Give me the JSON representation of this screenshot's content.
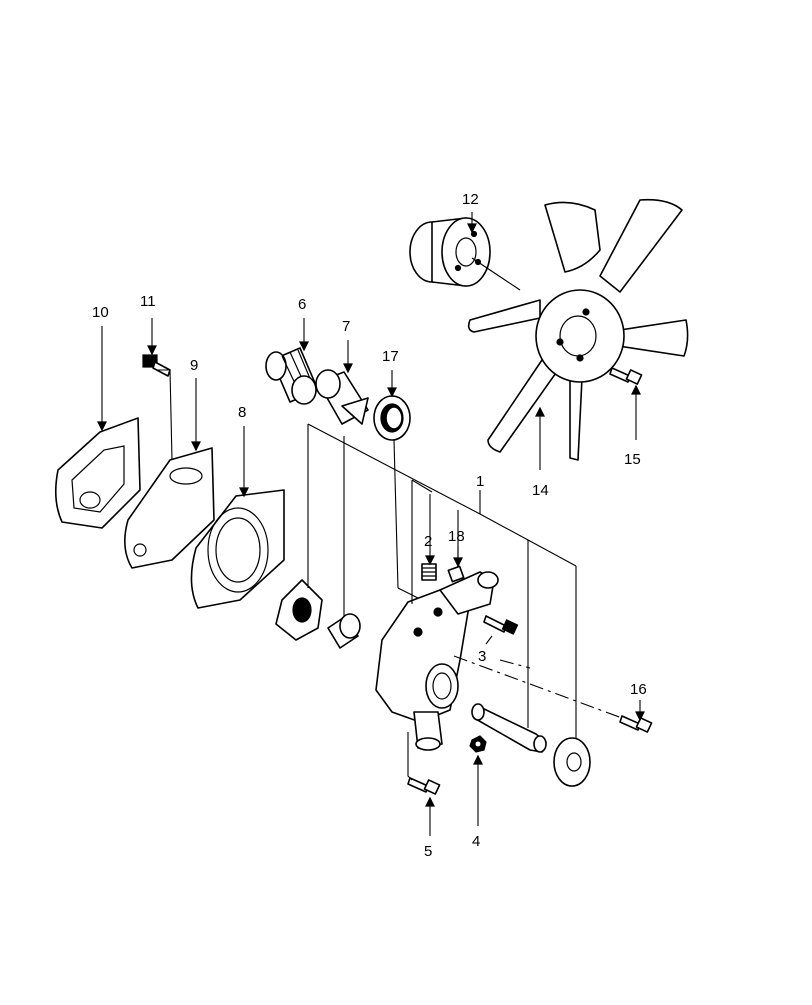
{
  "diagram": {
    "callouts": [
      "1",
      "2",
      "3",
      "4",
      "5",
      "6",
      "7",
      "8",
      "9",
      "10",
      "11",
      "12",
      "14",
      "15",
      "16",
      "17",
      "18"
    ]
  }
}
